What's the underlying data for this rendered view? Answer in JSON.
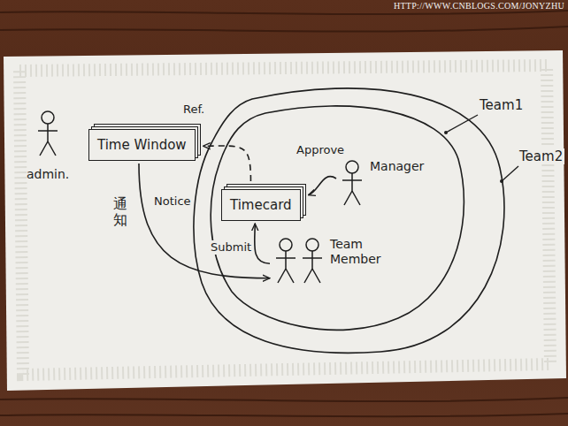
{
  "diagram": {
    "nodes": [
      {
        "text": [
          "admin."
        ]
      },
      {
        "text": [
          "Time Window"
        ]
      },
      {
        "text": [
          "Manager"
        ]
      },
      {
        "text": [
          "Timecard"
        ]
      },
      {
        "text": [
          "Team Member"
        ]
      }
    ],
    "edges": [
      {
        "from": 3,
        "to": 1,
        "arrow": "to",
        "label": "Ref."
      },
      {
        "from": 2,
        "to": 3,
        "arrow": "to",
        "label": "Approve"
      },
      {
        "from": 4,
        "to": 3,
        "arrow": "to",
        "label": "Submit"
      },
      {
        "from": 1,
        "to": 4,
        "arrow": "to",
        "label": "Notice"
      }
    ],
    "labels": [
      "HTTP://WWW.CNBLOGS.COM/JONYZHU",
      "Team1",
      "Team2",
      "通知"
    ]
  }
}
